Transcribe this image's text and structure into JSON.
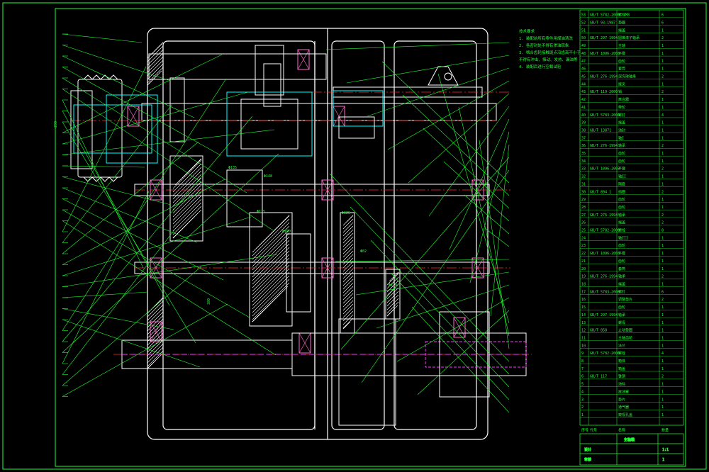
{
  "drawing": {
    "colors": {
      "background": "#000000",
      "border": "#22ff33",
      "housing": "#ffffff",
      "hatch": "#ffffff",
      "leader": "#22ff33",
      "centerline": "#ff2a2a",
      "hidden": "#ff33ff",
      "bearing": "#ff66cc",
      "dimension": "#ffffff",
      "highlight": "#00ffff"
    },
    "notes": {
      "heading": "技术要求",
      "lines": [
        "1. 装配前所有零件用煤油清洗",
        "2. 各密封处不得有渗油现象",
        "3. 啮合齿轮接触斑点沿齿高不小于",
        "   不得有冲击、振动、发热、漏油等",
        "4. 装配后进行空载试验"
      ]
    },
    "dimensions": {
      "gear_a": "Φ135",
      "gear_b": "Φ148",
      "gear_c": "Φ115",
      "gear_d": "Φ160",
      "gear_e": "Φ82",
      "gear_f": "Φ110",
      "gear_g": "Φ125",
      "center_distance": "380",
      "width": "290"
    },
    "title_block": {
      "name": "主轴箱",
      "scale": "1:1",
      "sheet": "1",
      "drawn": "设计",
      "checked": "审核"
    },
    "bom_rows": [
      {
        "no": "53",
        "code": "GB/T 5782-2000",
        "name": "螺栓M8",
        "qty": "6"
      },
      {
        "no": "52",
        "code": "GB/T 93-1987",
        "name": "垫圈",
        "qty": "6"
      },
      {
        "no": "51",
        "code": "",
        "name": "端盖",
        "qty": "1"
      },
      {
        "no": "50",
        "code": "GB/T 297-1994",
        "name": "圆锥滚子轴承",
        "qty": "2"
      },
      {
        "no": "49",
        "code": "",
        "name": "主轴",
        "qty": "1"
      },
      {
        "no": "48",
        "code": "GB/T 1096-2003",
        "name": "平键",
        "qty": "1"
      },
      {
        "no": "47",
        "code": "",
        "name": "齿轮",
        "qty": "1"
      },
      {
        "no": "46",
        "code": "",
        "name": "套筒",
        "qty": "1"
      },
      {
        "no": "45",
        "code": "GB/T 276-1994",
        "name": "深沟球轴承",
        "qty": "2"
      },
      {
        "no": "44",
        "code": "",
        "name": "拨叉",
        "qty": "1"
      },
      {
        "no": "43",
        "code": "GB/T 119-2000",
        "name": "销",
        "qty": "2"
      },
      {
        "no": "42",
        "code": "",
        "name": "离合器",
        "qty": "1"
      },
      {
        "no": "41",
        "code": "",
        "name": "带轮",
        "qty": "1"
      },
      {
        "no": "40",
        "code": "GB/T 5783-2000",
        "name": "螺钉",
        "qty": "4"
      },
      {
        "no": "39",
        "code": "",
        "name": "端盖",
        "qty": "1"
      },
      {
        "no": "38",
        "code": "GB/T 13871",
        "name": "油封",
        "qty": "1"
      },
      {
        "no": "37",
        "code": "",
        "name": "轴I",
        "qty": "1"
      },
      {
        "no": "36",
        "code": "GB/T 276-1994",
        "name": "轴承",
        "qty": "2"
      },
      {
        "no": "35",
        "code": "",
        "name": "齿轮",
        "qty": "1"
      },
      {
        "no": "34",
        "code": "",
        "name": "齿轮",
        "qty": "1"
      },
      {
        "no": "33",
        "code": "GB/T 1096-2003",
        "name": "平键",
        "qty": "2"
      },
      {
        "no": "32",
        "code": "",
        "name": "轴II",
        "qty": "1"
      },
      {
        "no": "31",
        "code": "",
        "name": "隔套",
        "qty": "1"
      },
      {
        "no": "30",
        "code": "GB/T 894.1",
        "name": "挡圈",
        "qty": "2"
      },
      {
        "no": "29",
        "code": "",
        "name": "齿轮",
        "qty": "1"
      },
      {
        "no": "28",
        "code": "",
        "name": "齿轮",
        "qty": "1"
      },
      {
        "no": "27",
        "code": "GB/T 276-1994",
        "name": "轴承",
        "qty": "2"
      },
      {
        "no": "26",
        "code": "",
        "name": "端盖",
        "qty": "2"
      },
      {
        "no": "25",
        "code": "GB/T 5782-2000",
        "name": "螺栓",
        "qty": "8"
      },
      {
        "no": "24",
        "code": "",
        "name": "轴III",
        "qty": "1"
      },
      {
        "no": "23",
        "code": "",
        "name": "齿轮",
        "qty": "1"
      },
      {
        "no": "22",
        "code": "GB/T 1096-2003",
        "name": "平键",
        "qty": "1"
      },
      {
        "no": "21",
        "code": "",
        "name": "齿轮",
        "qty": "1"
      },
      {
        "no": "20",
        "code": "",
        "name": "套筒",
        "qty": "1"
      },
      {
        "no": "19",
        "code": "GB/T 276-1994",
        "name": "轴承",
        "qty": "2"
      },
      {
        "no": "18",
        "code": "",
        "name": "端盖",
        "qty": "1"
      },
      {
        "no": "17",
        "code": "GB/T 5783-2000",
        "name": "螺钉",
        "qty": "6"
      },
      {
        "no": "16",
        "code": "",
        "name": "调整垫片",
        "qty": "2"
      },
      {
        "no": "15",
        "code": "",
        "name": "齿轮",
        "qty": "1"
      },
      {
        "no": "14",
        "code": "GB/T 297-1994",
        "name": "轴承",
        "qty": "1"
      },
      {
        "no": "13",
        "code": "",
        "name": "螺母",
        "qty": "1"
      },
      {
        "no": "12",
        "code": "GB/T 858",
        "name": "止动垫圈",
        "qty": "1"
      },
      {
        "no": "11",
        "code": "",
        "name": "主轴齿轮",
        "qty": "1"
      },
      {
        "no": "10",
        "code": "",
        "name": "法兰",
        "qty": "1"
      },
      {
        "no": "9",
        "code": "GB/T 5782-2000",
        "name": "螺栓",
        "qty": "4"
      },
      {
        "no": "8",
        "code": "",
        "name": "箱体",
        "qty": "1"
      },
      {
        "no": "7",
        "code": "",
        "name": "箱盖",
        "qty": "1"
      },
      {
        "no": "6",
        "code": "GB/T 117",
        "name": "锥销",
        "qty": "2"
      },
      {
        "no": "5",
        "code": "",
        "name": "油标",
        "qty": "1"
      },
      {
        "no": "4",
        "code": "",
        "name": "放油塞",
        "qty": "1"
      },
      {
        "no": "3",
        "code": "",
        "name": "垫片",
        "qty": "1"
      },
      {
        "no": "2",
        "code": "",
        "name": "通气器",
        "qty": "1"
      },
      {
        "no": "1",
        "code": "",
        "name": "窥视孔盖",
        "qty": "1"
      }
    ],
    "bom_header": {
      "no": "序号",
      "code": "代号",
      "name": "名称",
      "qty": "数量"
    }
  }
}
